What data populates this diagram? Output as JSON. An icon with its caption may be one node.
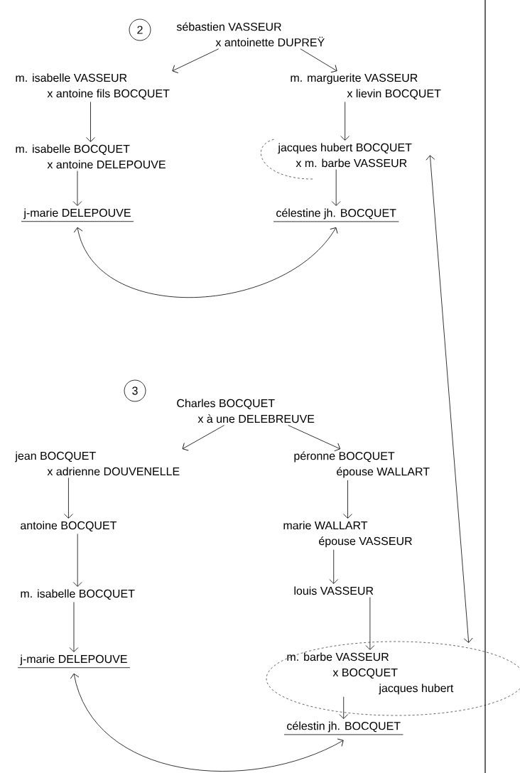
{
  "diagram": {
    "nodes": [
      {
        "text": [
          "2"
        ]
      },
      {
        "text": [
          "sébastien VASSEUR",
          "x antoinette DUPREŸ"
        ]
      },
      {
        "text": [
          "m. isabelle VASSEUR",
          "x antoine fils BOCQUET"
        ]
      },
      {
        "text": [
          "m. marguerite VASSEUR",
          "x lievin BOCQUET"
        ]
      },
      {
        "text": [
          "m. isabelle BOCQUET",
          "x antoine DELEPOUVE"
        ]
      },
      {
        "text": [
          "jacques hubert BOCQUET",
          "x m. barbe VASSEUR"
        ]
      },
      {
        "text": [
          "j-marie DELEPOUVE"
        ]
      },
      {
        "text": [
          "célestine jh. BOCQUET"
        ]
      },
      {
        "text": [
          "3"
        ]
      },
      {
        "text": [
          "Charles BOCQUET",
          "x à une DELEBREUVE"
        ]
      },
      {
        "text": [
          "jean BOCQUET",
          "x adrienne DOUVENELLE"
        ]
      },
      {
        "text": [
          "péronne BOCQUET",
          "épouse WALLART"
        ]
      },
      {
        "text": [
          "antoine BOCQUET"
        ]
      },
      {
        "text": [
          "marie WALLART",
          "épouse VASSEUR"
        ]
      },
      {
        "text": [
          "m. isabelle BOCQUET"
        ]
      },
      {
        "text": [
          "louis VASSEUR"
        ]
      },
      {
        "text": [
          "j-marie DELEPOUVE"
        ]
      },
      {
        "text": [
          "m. barbe VASSEUR",
          "x BOCQUET",
          "jacques hubert"
        ]
      },
      {
        "text": [
          "célestin jh. BOCQUET"
        ]
      }
    ],
    "edges": [
      {
        "from": 1,
        "to": 2,
        "arrow": "to"
      },
      {
        "from": 1,
        "to": 3,
        "arrow": "to"
      },
      {
        "from": 2,
        "to": 4,
        "arrow": "to"
      },
      {
        "from": 3,
        "to": 5,
        "arrow": "to"
      },
      {
        "from": 4,
        "to": 6,
        "arrow": "to"
      },
      {
        "from": 5,
        "to": 7,
        "arrow": "to"
      },
      {
        "from": 6,
        "to": 7,
        "arrow": "both"
      },
      {
        "from": 9,
        "to": 10,
        "arrow": "to"
      },
      {
        "from": 9,
        "to": 11,
        "arrow": "to"
      },
      {
        "from": 10,
        "to": 12,
        "arrow": "to"
      },
      {
        "from": 11,
        "to": 13,
        "arrow": "to"
      },
      {
        "from": 12,
        "to": 14,
        "arrow": "to"
      },
      {
        "from": 13,
        "to": 15,
        "arrow": "to"
      },
      {
        "from": 14,
        "to": 16,
        "arrow": "to"
      },
      {
        "from": 15,
        "to": 17,
        "arrow": "to"
      },
      {
        "from": 17,
        "to": 18,
        "arrow": "to"
      },
      {
        "from": 16,
        "to": 18,
        "arrow": "both"
      },
      {
        "from": 17,
        "to": 5,
        "arrow": "both"
      }
    ]
  }
}
